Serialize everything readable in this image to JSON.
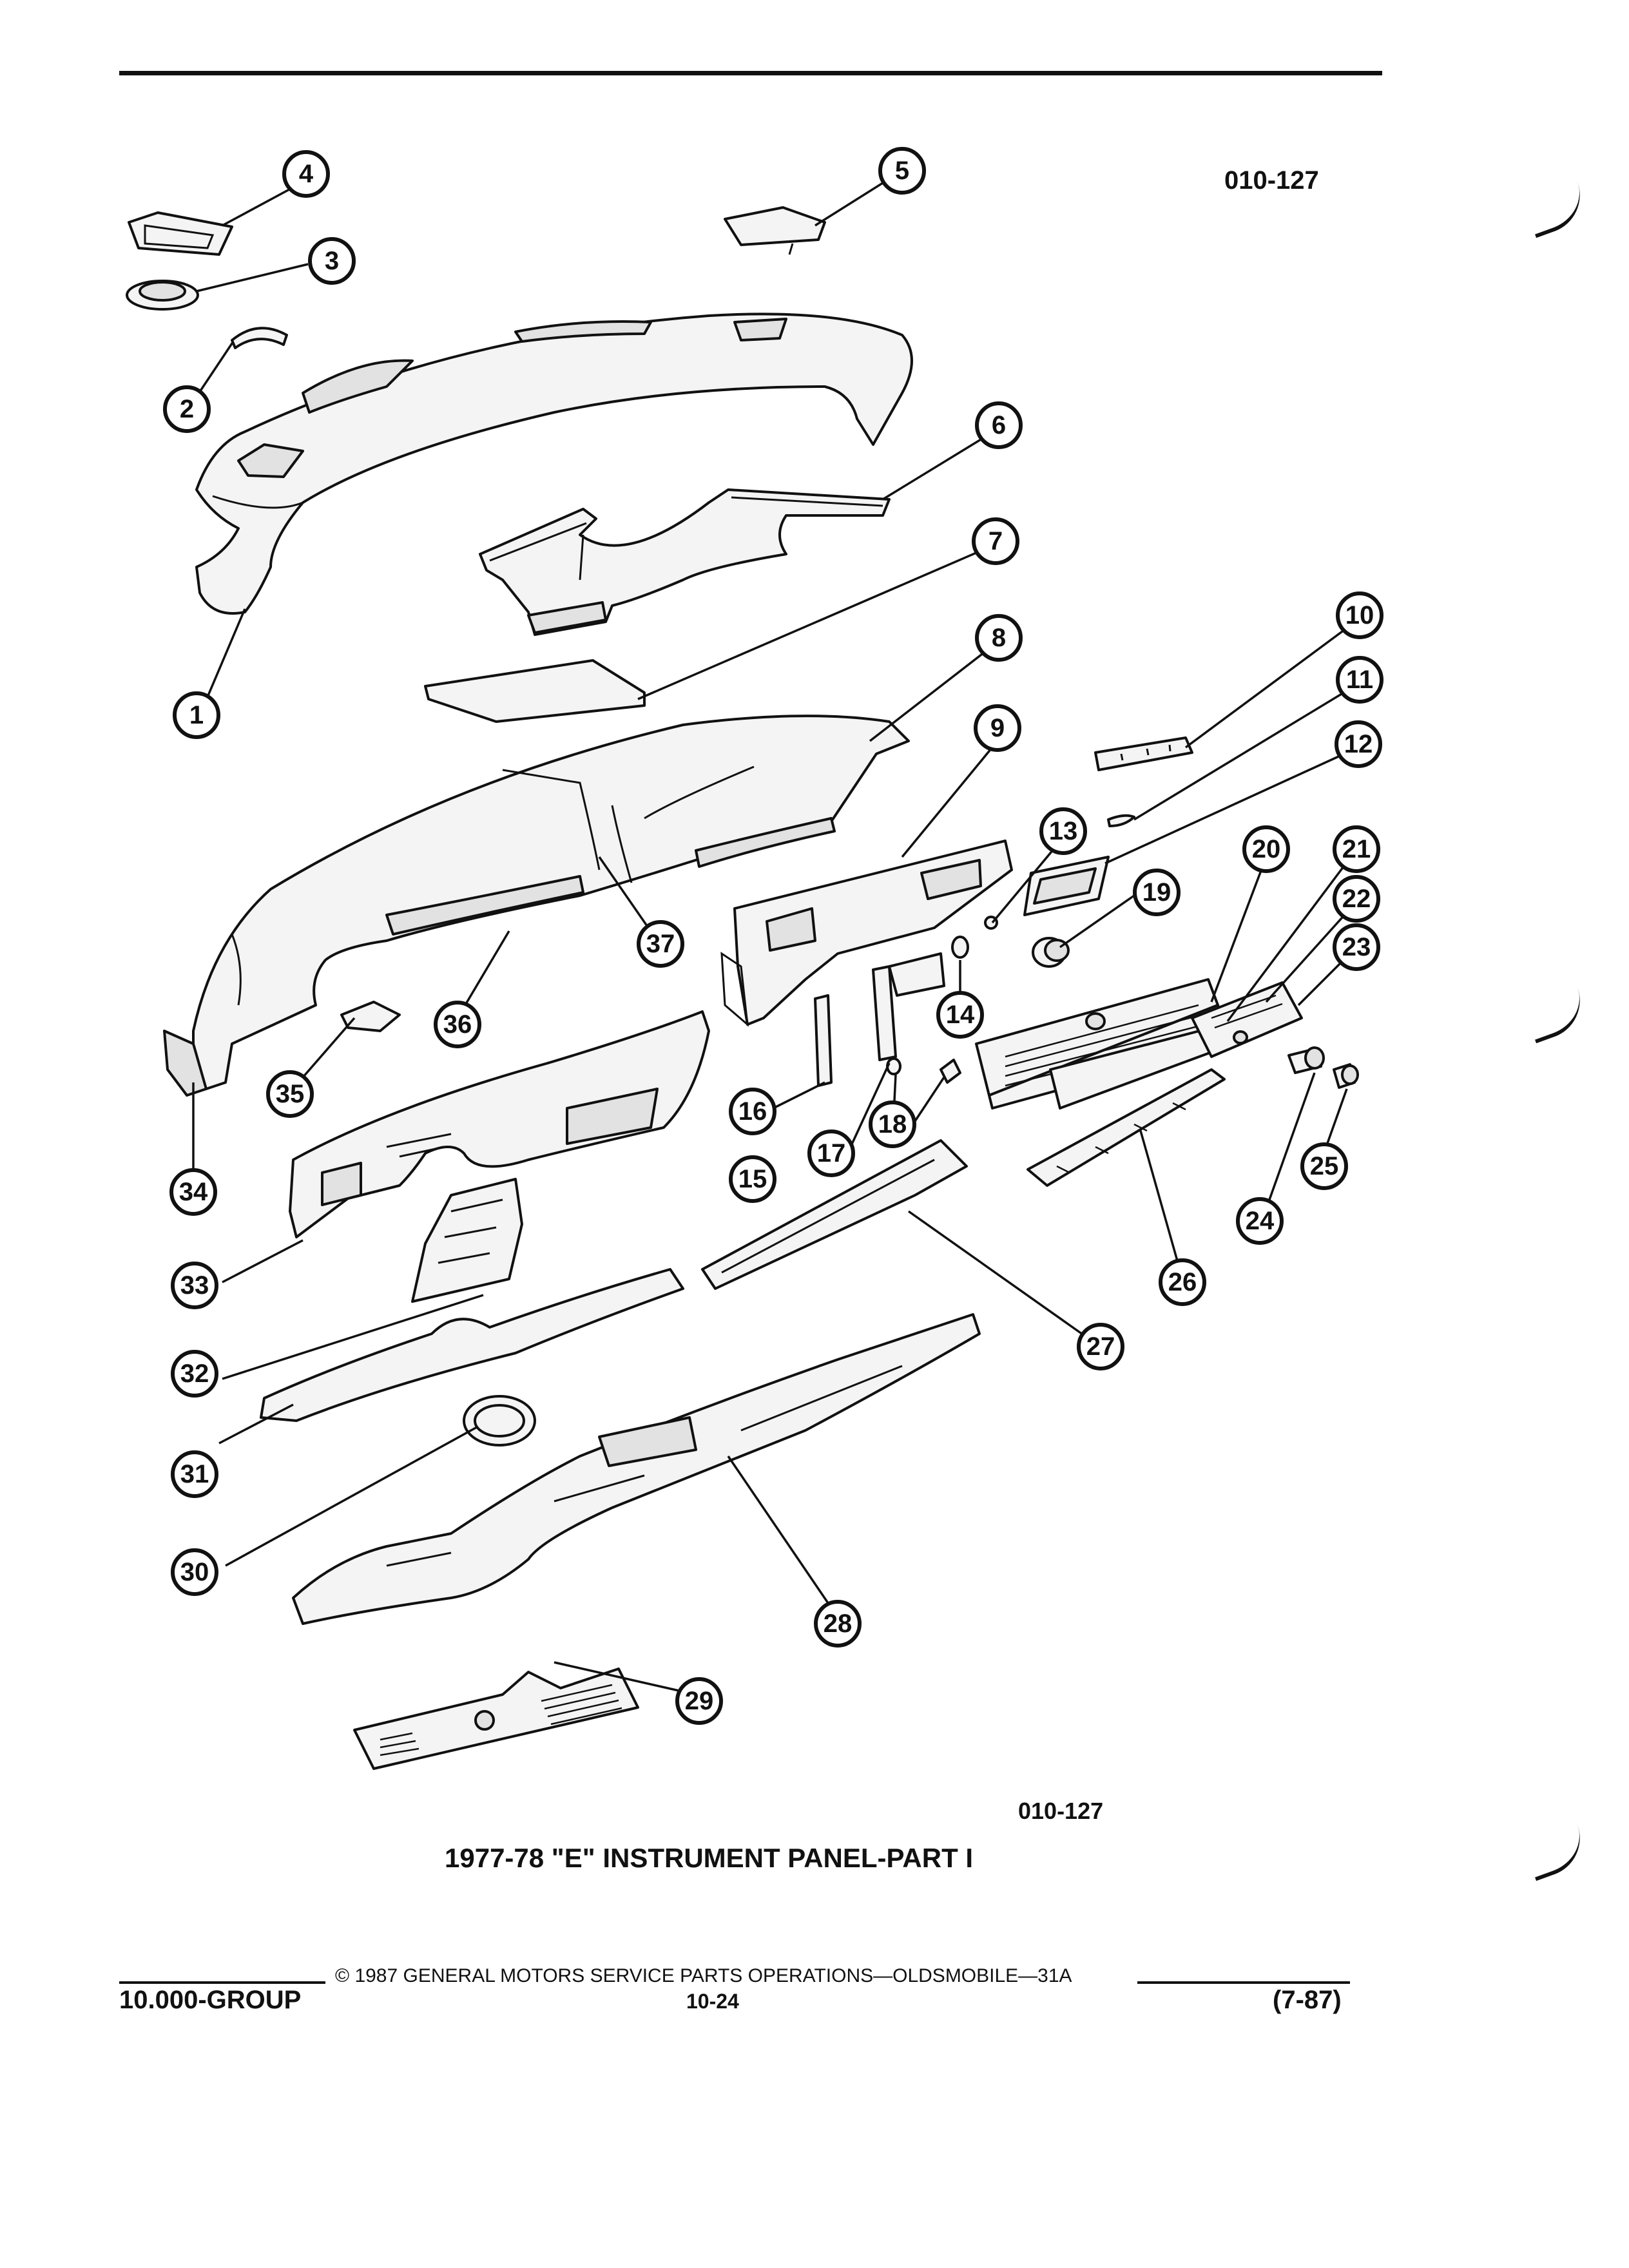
{
  "header": {
    "figure_code_top": "010-127"
  },
  "figure": {
    "figure_code_bottom": "010-127",
    "title": "1977-78 \"E\" INSTRUMENT PANEL-PART I"
  },
  "footer": {
    "copyright": "© 1987 GENERAL MOTORS SERVICE PARTS OPERATIONS—OLDSMOBILE—31A",
    "group": "10.000-GROUP",
    "page": "10-24",
    "date": "(7-87)"
  },
  "callouts": [
    "1",
    "2",
    "3",
    "4",
    "5",
    "6",
    "7",
    "8",
    "9",
    "10",
    "11",
    "12",
    "13",
    "14",
    "15",
    "16",
    "17",
    "18",
    "19",
    "20",
    "21",
    "22",
    "23",
    "24",
    "25",
    "26",
    "27",
    "28",
    "29",
    "30",
    "31",
    "32",
    "33",
    "34",
    "35",
    "36",
    "37"
  ]
}
